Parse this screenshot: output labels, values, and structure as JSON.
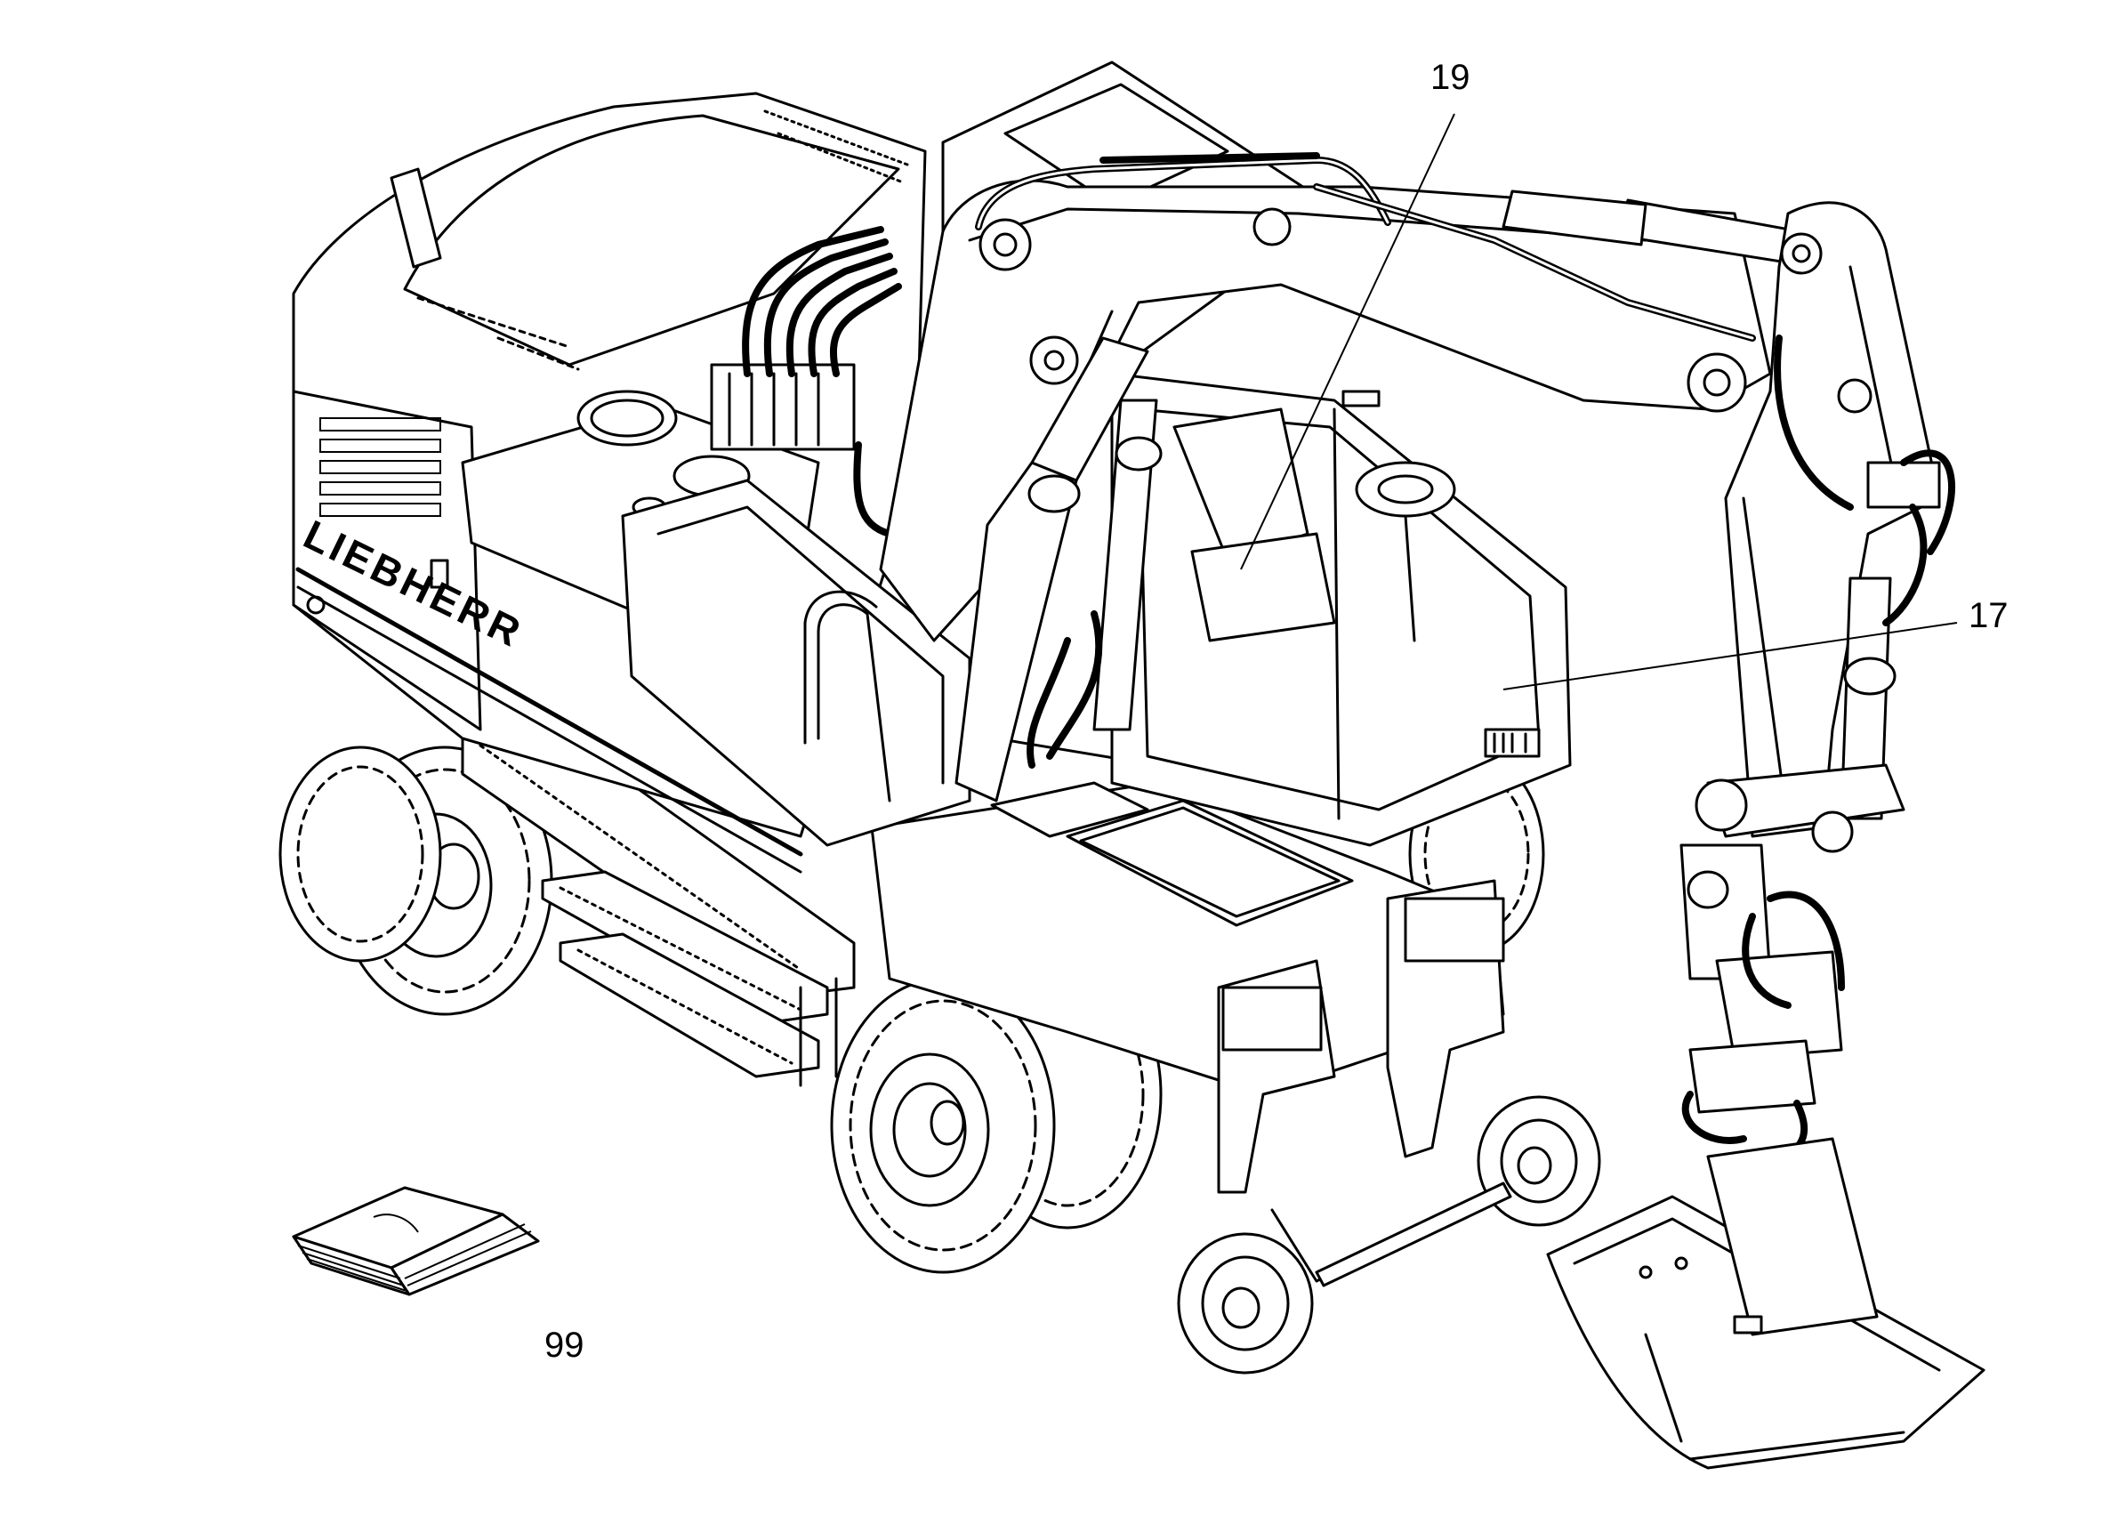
{
  "figure": {
    "brand_label": "LIEBHERR",
    "callouts": [
      {
        "id": "callout-19",
        "label": "19"
      },
      {
        "id": "callout-17",
        "label": "17"
      },
      {
        "id": "callout-99",
        "label": "99"
      }
    ]
  }
}
